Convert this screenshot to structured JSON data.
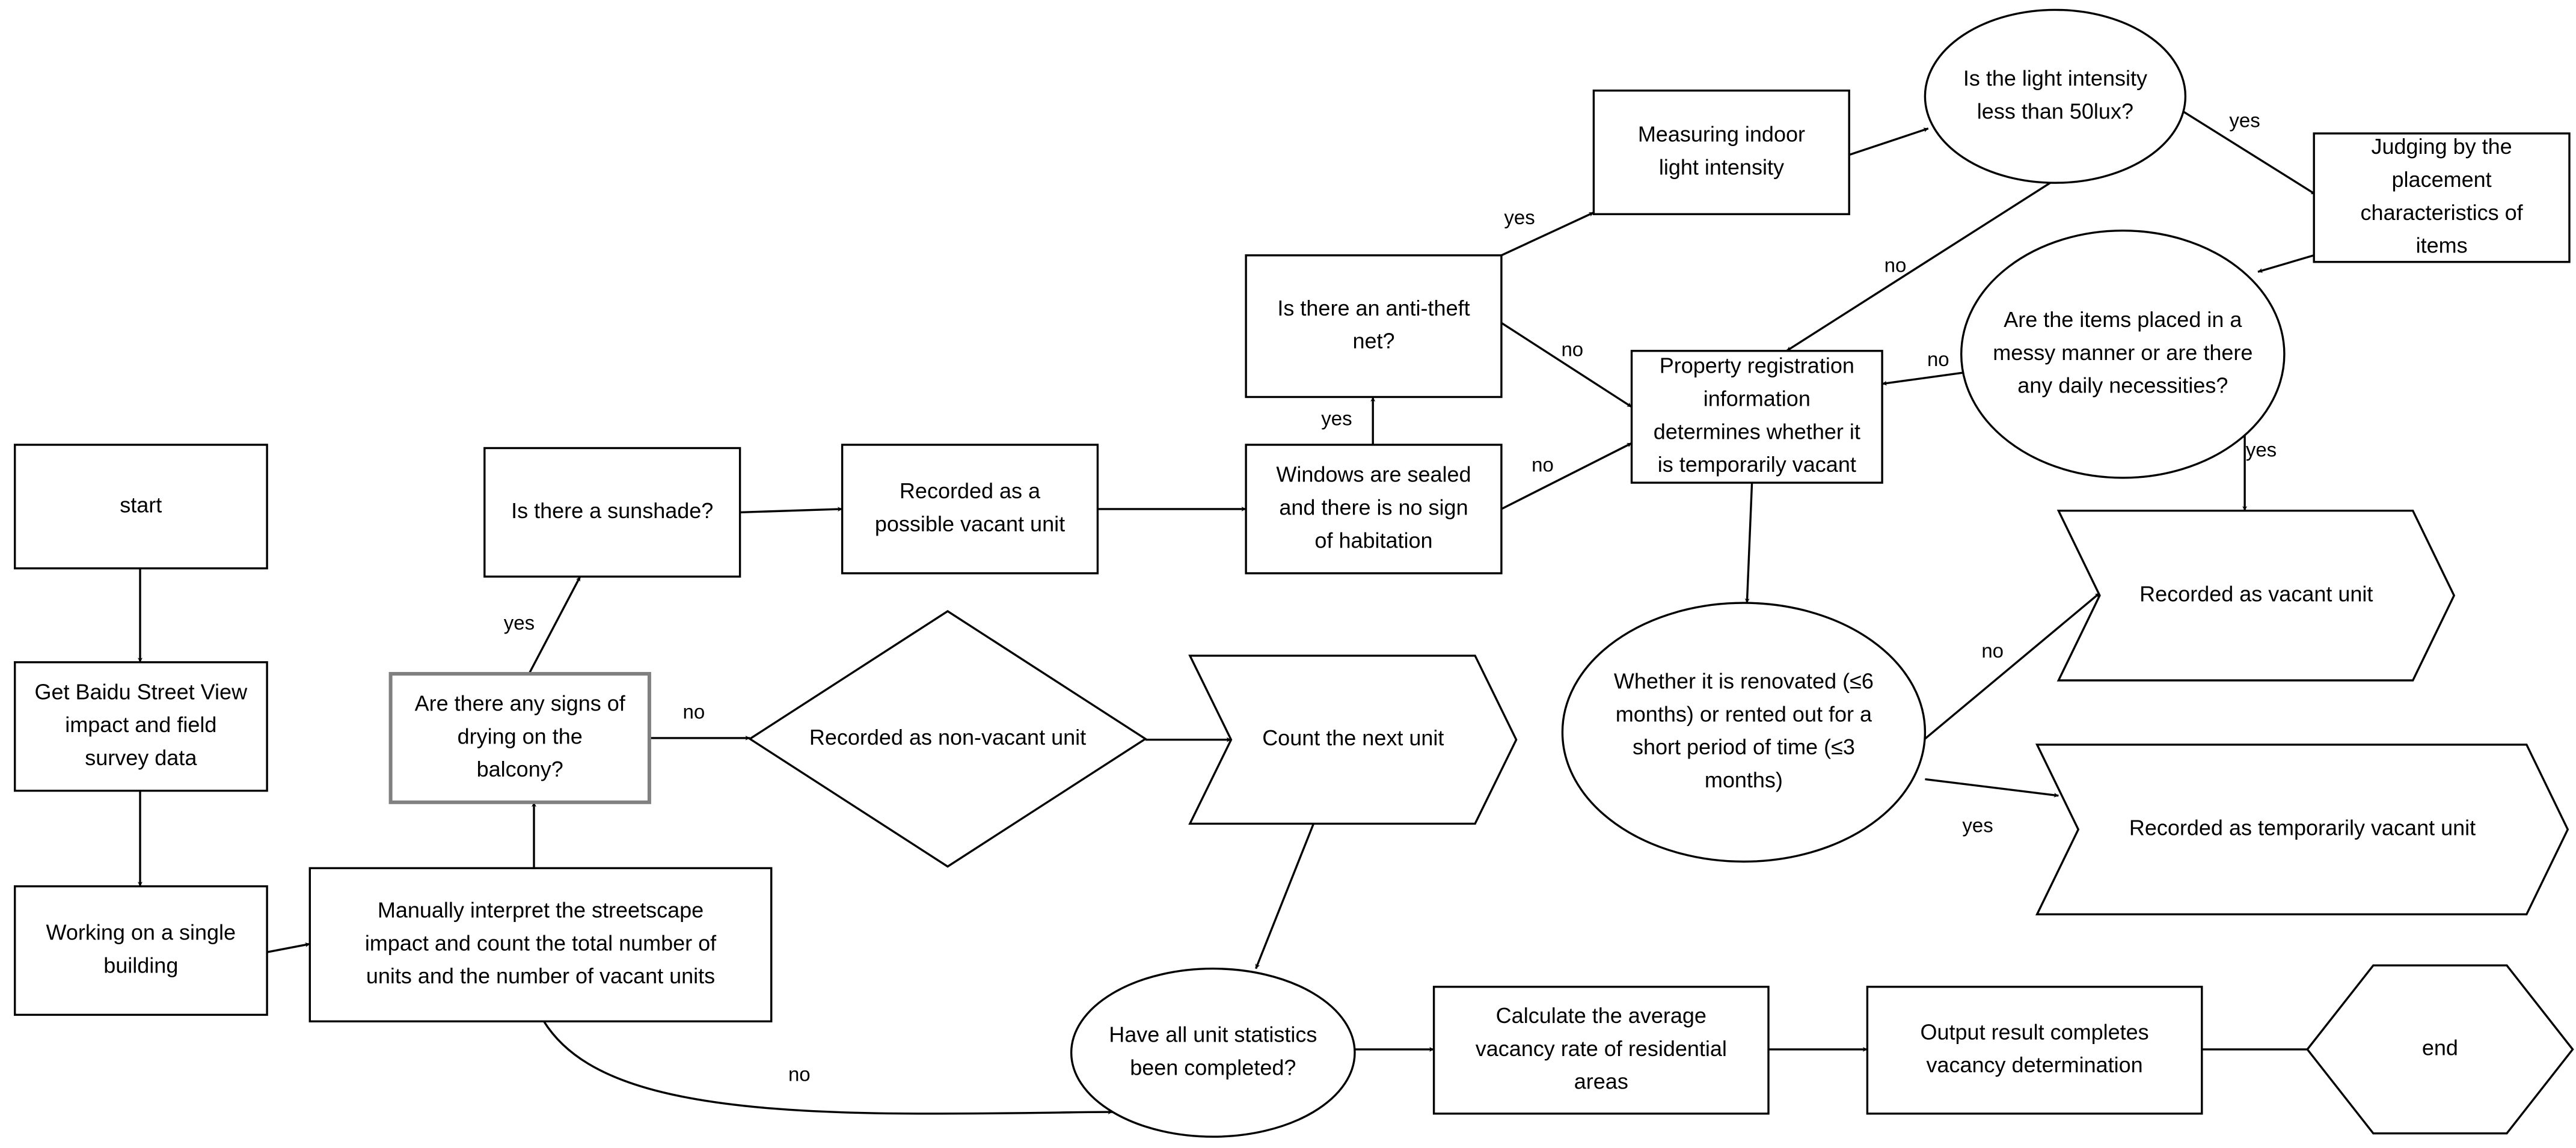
{
  "nodes": [
    {
      "id": "start",
      "shape": "rect",
      "lines": [
        "start"
      ]
    },
    {
      "id": "get_data",
      "shape": "rect",
      "lines": [
        "Get Baidu Street View",
        "impact and field",
        "survey data"
      ]
    },
    {
      "id": "single_building",
      "shape": "rect",
      "lines": [
        "Working on a single",
        "building"
      ]
    },
    {
      "id": "interpret",
      "shape": "rect",
      "lines": [
        "Manually interpret the streetscape",
        "impact and count the total number of",
        "units and the number of vacant units"
      ]
    },
    {
      "id": "drying",
      "shape": "rect-grey",
      "lines": [
        "Are there any signs of",
        "drying on the",
        "balcony?"
      ]
    },
    {
      "id": "sunshade",
      "shape": "rect",
      "lines": [
        "Is there a sunshade?"
      ]
    },
    {
      "id": "possible_vacant",
      "shape": "rect",
      "lines": [
        "Recorded as a",
        "possible vacant unit"
      ]
    },
    {
      "id": "non_vacant",
      "shape": "diamond",
      "lines": [
        "Recorded as non-vacant unit"
      ]
    },
    {
      "id": "next_unit",
      "shape": "chevron",
      "lines": [
        "Count the next unit"
      ]
    },
    {
      "id": "windows",
      "shape": "rect",
      "lines": [
        "Windows are sealed",
        "and there is no sign",
        "of habitation"
      ]
    },
    {
      "id": "antitheft",
      "shape": "rect",
      "lines": [
        "Is there an anti-theft",
        "net?"
      ]
    },
    {
      "id": "measuring",
      "shape": "rect",
      "lines": [
        "Measuring indoor",
        "light intensity"
      ]
    },
    {
      "id": "light",
      "shape": "ellipse",
      "lines": [
        "Is the light intensity",
        "less than 50lux?"
      ]
    },
    {
      "id": "judging",
      "shape": "rect",
      "lines": [
        "Judging by the",
        "placement",
        "characteristics of",
        "items"
      ]
    },
    {
      "id": "messy",
      "shape": "ellipse",
      "lines": [
        "Are the items placed in a",
        "messy manner or are there",
        "any daily necessities?"
      ]
    },
    {
      "id": "property",
      "shape": "rect",
      "lines": [
        "Property registration",
        "information",
        "determines whether it",
        "is temporarily vacant"
      ]
    },
    {
      "id": "renovated",
      "shape": "ellipse",
      "lines": [
        "Whether it is renovated (≤6",
        "months) or rented out for a",
        "short period of time (≤3",
        "months)"
      ]
    },
    {
      "id": "vacant",
      "shape": "chevron",
      "lines": [
        "Recorded as vacant unit"
      ]
    },
    {
      "id": "temp_vacant",
      "shape": "chevron",
      "lines": [
        "Recorded as temporarily vacant unit"
      ]
    },
    {
      "id": "all_completed",
      "shape": "ellipse",
      "lines": [
        "Have all unit statistics",
        "been completed?"
      ]
    },
    {
      "id": "average",
      "shape": "rect",
      "lines": [
        "Calculate the average",
        "vacancy rate of residential",
        "areas"
      ]
    },
    {
      "id": "output",
      "shape": "rect",
      "lines": [
        "Output result completes",
        "vacancy determination"
      ]
    },
    {
      "id": "end",
      "shape": "hexagon",
      "lines": [
        "end"
      ]
    }
  ],
  "edges": [
    {
      "from": "start",
      "to": "get_data",
      "label": ""
    },
    {
      "from": "get_data",
      "to": "single_building",
      "label": ""
    },
    {
      "from": "single_building",
      "to": "interpret",
      "label": ""
    },
    {
      "from": "interpret",
      "to": "drying",
      "label": ""
    },
    {
      "from": "drying",
      "to": "sunshade",
      "label": "yes"
    },
    {
      "from": "drying",
      "to": "non_vacant",
      "label": "no"
    },
    {
      "from": "sunshade",
      "to": "possible_vacant",
      "label": ""
    },
    {
      "from": "possible_vacant",
      "to": "windows",
      "label": ""
    },
    {
      "from": "windows",
      "to": "antitheft",
      "label": "yes"
    },
    {
      "from": "windows",
      "to": "property",
      "label": "no"
    },
    {
      "from": "antitheft",
      "to": "measuring",
      "label": "yes"
    },
    {
      "from": "antitheft",
      "to": "property",
      "label": "no"
    },
    {
      "from": "measuring",
      "to": "light",
      "label": ""
    },
    {
      "from": "light",
      "to": "judging",
      "label": "yes"
    },
    {
      "from": "light",
      "to": "property",
      "label": "no"
    },
    {
      "from": "judging",
      "to": "messy",
      "label": ""
    },
    {
      "from": "messy",
      "to": "property",
      "label": "no"
    },
    {
      "from": "messy",
      "to": "vacant",
      "label": "yes"
    },
    {
      "from": "property",
      "to": "renovated",
      "label": ""
    },
    {
      "from": "renovated",
      "to": "vacant",
      "label": "no"
    },
    {
      "from": "renovated",
      "to": "temp_vacant",
      "label": "yes"
    },
    {
      "from": "non_vacant",
      "to": "next_unit",
      "label": ""
    },
    {
      "from": "next_unit",
      "to": "all_completed",
      "label": ""
    },
    {
      "from": "interpret",
      "to": "all_completed",
      "label": "no"
    },
    {
      "from": "all_completed",
      "to": "average",
      "label": ""
    },
    {
      "from": "average",
      "to": "output",
      "label": ""
    },
    {
      "from": "output",
      "to": "end",
      "label": ""
    }
  ]
}
